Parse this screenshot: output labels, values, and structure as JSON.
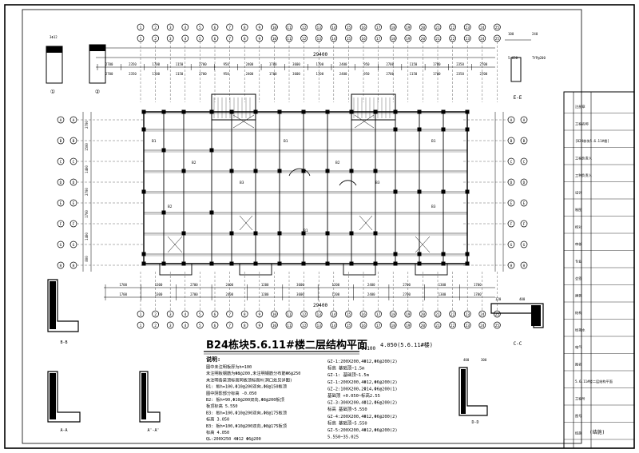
{
  "drawing": {
    "title": "B24栋块5.6.11#楼二层结构平面",
    "scale": "1:100",
    "elev_note": "4.050(5.6.11#楼)",
    "top_total_dim": "29400",
    "bottom_total_dim": "29400",
    "top_axis_labels": [
      "1",
      "2",
      "3",
      "4",
      "5",
      "6",
      "7",
      "8",
      "9",
      "10",
      "11",
      "12",
      "13",
      "14",
      "15",
      "16",
      "17",
      "18",
      "19",
      "20",
      "21",
      "22",
      "23",
      "24",
      "25"
    ],
    "left_axis_labels": [
      "A",
      "B",
      "C",
      "D",
      "E",
      "F",
      "G",
      "H"
    ],
    "right_axis_labels": [
      "A",
      "B",
      "C",
      "D",
      "E",
      "F",
      "G",
      "H"
    ],
    "top_dims": [
      "2700",
      "2350",
      "1700",
      "1150",
      "2700",
      "950",
      "2400",
      "1700",
      "3600",
      "1700",
      "2400",
      "950",
      "2700",
      "1150",
      "1700",
      "2350",
      "2700"
    ],
    "bottom_dims": [
      "1700",
      "1300",
      "2700",
      "2400",
      "1200",
      "3600",
      "1200",
      "2400",
      "2700",
      "1300",
      "1700"
    ],
    "left_dims": [
      "2700",
      "1500",
      "1400",
      "2700",
      "1700",
      "1400",
      "800"
    ],
    "notes_header": "说明:",
    "notes": [
      "图中未注明板厚为h=100",
      "未注明板钢筋为Φ8@200,未注明钢筋分布筋Φ6@250",
      "未注明各梁顶标高同板顶标高H(洞口处见详图)",
      "B1: 板h=100,Φ10@200双向,Φ8@150板顶",
      "图中阴影部分标高 -0.050",
      "B2: 板h=90,Φ10@200双向,Φ8@200板顶",
      "板顶标高 5.550",
      "B3: 板h=100,Φ10@200双向,Φ8@175板顶",
      "标高 3.050",
      "B3: 板h=100,Φ10@200双向,Φ8@175板顶",
      "标高 4.050",
      "QL:200X250 4Φ12 Φ6@200"
    ],
    "gz_notes": [
      "GZ-1:200X200,4Φ12,Φ6@200(2)",
      "标高 基础顶~1.5m",
      "GZ-1: 基础顶~1.5m",
      "GZ-1:200X200,4Φ12,Φ6@200(2)",
      "GZ-2:100X200,2Φ14,Φ6@200(1)",
      "基础顶 +0.050~标高2.55",
      "GZ-3:300X200,4Φ12,Φ6@200(2)",
      "标高 基础顶~5.550",
      "GZ-4:200X200,4Φ12,Φ6@200(2)",
      "标高 基础顶~5.550",
      "GZ-5:200X200,4Φ12,Φ6@200(2)",
      "5.550~35.025"
    ],
    "section_labels": [
      "①",
      "②",
      "B-B",
      "A-A",
      "A'-A'",
      "C-C",
      "D-D",
      "E-E"
    ],
    "detail_dims": {
      "d1": "3Φ12",
      "e_dims": [
        "100",
        "240",
        "5.650",
        "TYP@200"
      ],
      "c_dims": [
        "120",
        "400"
      ],
      "d_dims": [
        "400",
        "300"
      ]
    }
  },
  "title_block": {
    "rows": [
      "注册章",
      "工程名称",
      "[B24栋块5.6.11#楼]",
      "工程负责人",
      "工种负责人",
      "设计",
      "制图",
      "校对",
      "审核",
      "专业",
      "会签",
      "建筑",
      "结构",
      "给排水",
      "电气",
      "图名",
      "5.6.11#楼二层结构平面",
      "工程号",
      "图号",
      "结施"
    ],
    "sheet": "(结施)"
  }
}
